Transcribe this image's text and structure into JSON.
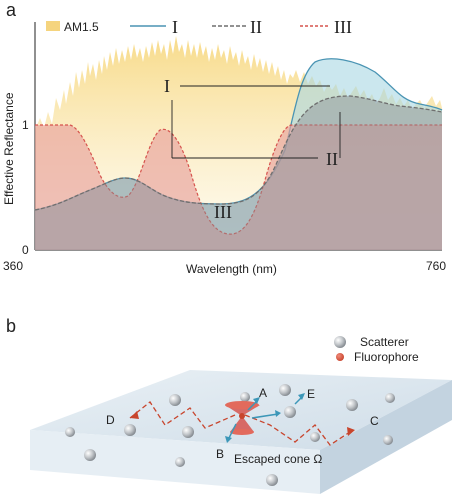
{
  "panel_a": {
    "letter": "a",
    "legend": {
      "am": "AM1.5",
      "s1": "I",
      "s2": "II",
      "s3": "III"
    },
    "ylabel": "Effective Reflectance",
    "xlabel": "Wavelength (nm)",
    "xticks": [
      "360",
      "760"
    ],
    "yticks": [
      "1",
      "0"
    ],
    "callouts": {
      "c1": "I",
      "c2": "II",
      "c3": "III"
    }
  },
  "panel_b": {
    "letter": "b",
    "legend": {
      "scatterer": "Scatterer",
      "fluorophore": "Fluorophore"
    },
    "labels": {
      "A": "A",
      "B": "B",
      "C": "C",
      "D": "D",
      "E": "E"
    },
    "cone_label": "Escaped cone Ω"
  },
  "colors": {
    "am_fill": "#f7dc8b",
    "curve1": "#4a94b3",
    "curve2": "#6f6f6f",
    "curve3": "#d6534d",
    "fill1": "#a9d7e3",
    "fill3": "#e8a29c",
    "slab_top": "#dce7ef",
    "path_red": "#c8452d"
  }
}
